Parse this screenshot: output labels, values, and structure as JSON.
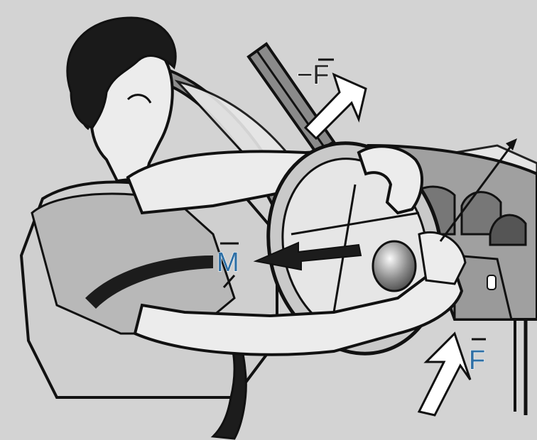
{
  "labels": {
    "neg_force": "−F",
    "moment": "M",
    "force": "F"
  },
  "colors": {
    "background": "#d3d3d3",
    "outline": "#111111",
    "hair": "#1a1a1a",
    "skin": "#e9e9e9",
    "sleeve": "#a9a9a9",
    "dashboard": "#a0a0a0",
    "label": "#2e6fa5"
  }
}
